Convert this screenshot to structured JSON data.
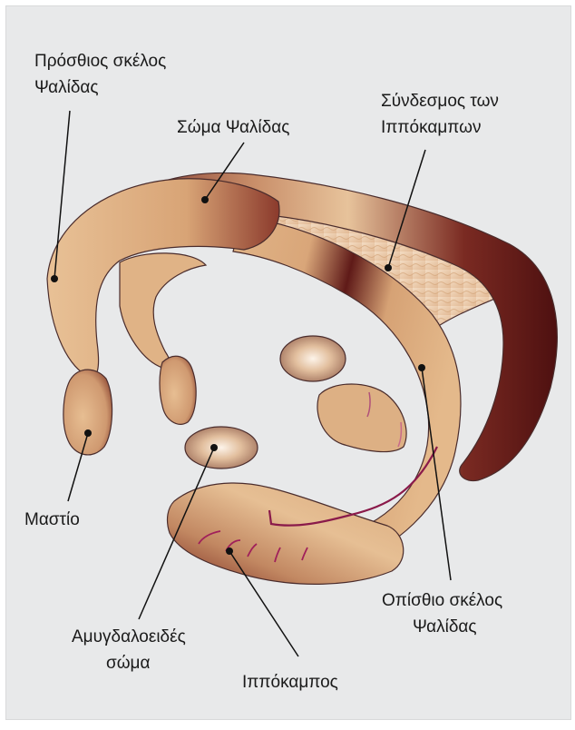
{
  "labels": {
    "anterior_fornix_1": "Πρόσθιος σκέλος",
    "anterior_fornix_2": "Ψαλίδας",
    "fornix_body": "Σώμα Ψαλίδας",
    "hippocampal_commissure_1": "Σύνδεσμος των",
    "hippocampal_commissure_2": "Ιππόκαμπων",
    "mammillary": "Μαστίο",
    "amygdala_1": "Αμυγδαλοειδές",
    "amygdala_2": "σώμα",
    "hippocampus": "Ιππόκαμπος",
    "posterior_fornix_1": "Οπίσθιο σκέλος",
    "posterior_fornix_2": "Ψαλίδας"
  },
  "colors": {
    "background": "#e8e9ea",
    "tan": "#e2b98c",
    "dark_maroon": "#5a1414",
    "commissure": "#eccba8"
  }
}
